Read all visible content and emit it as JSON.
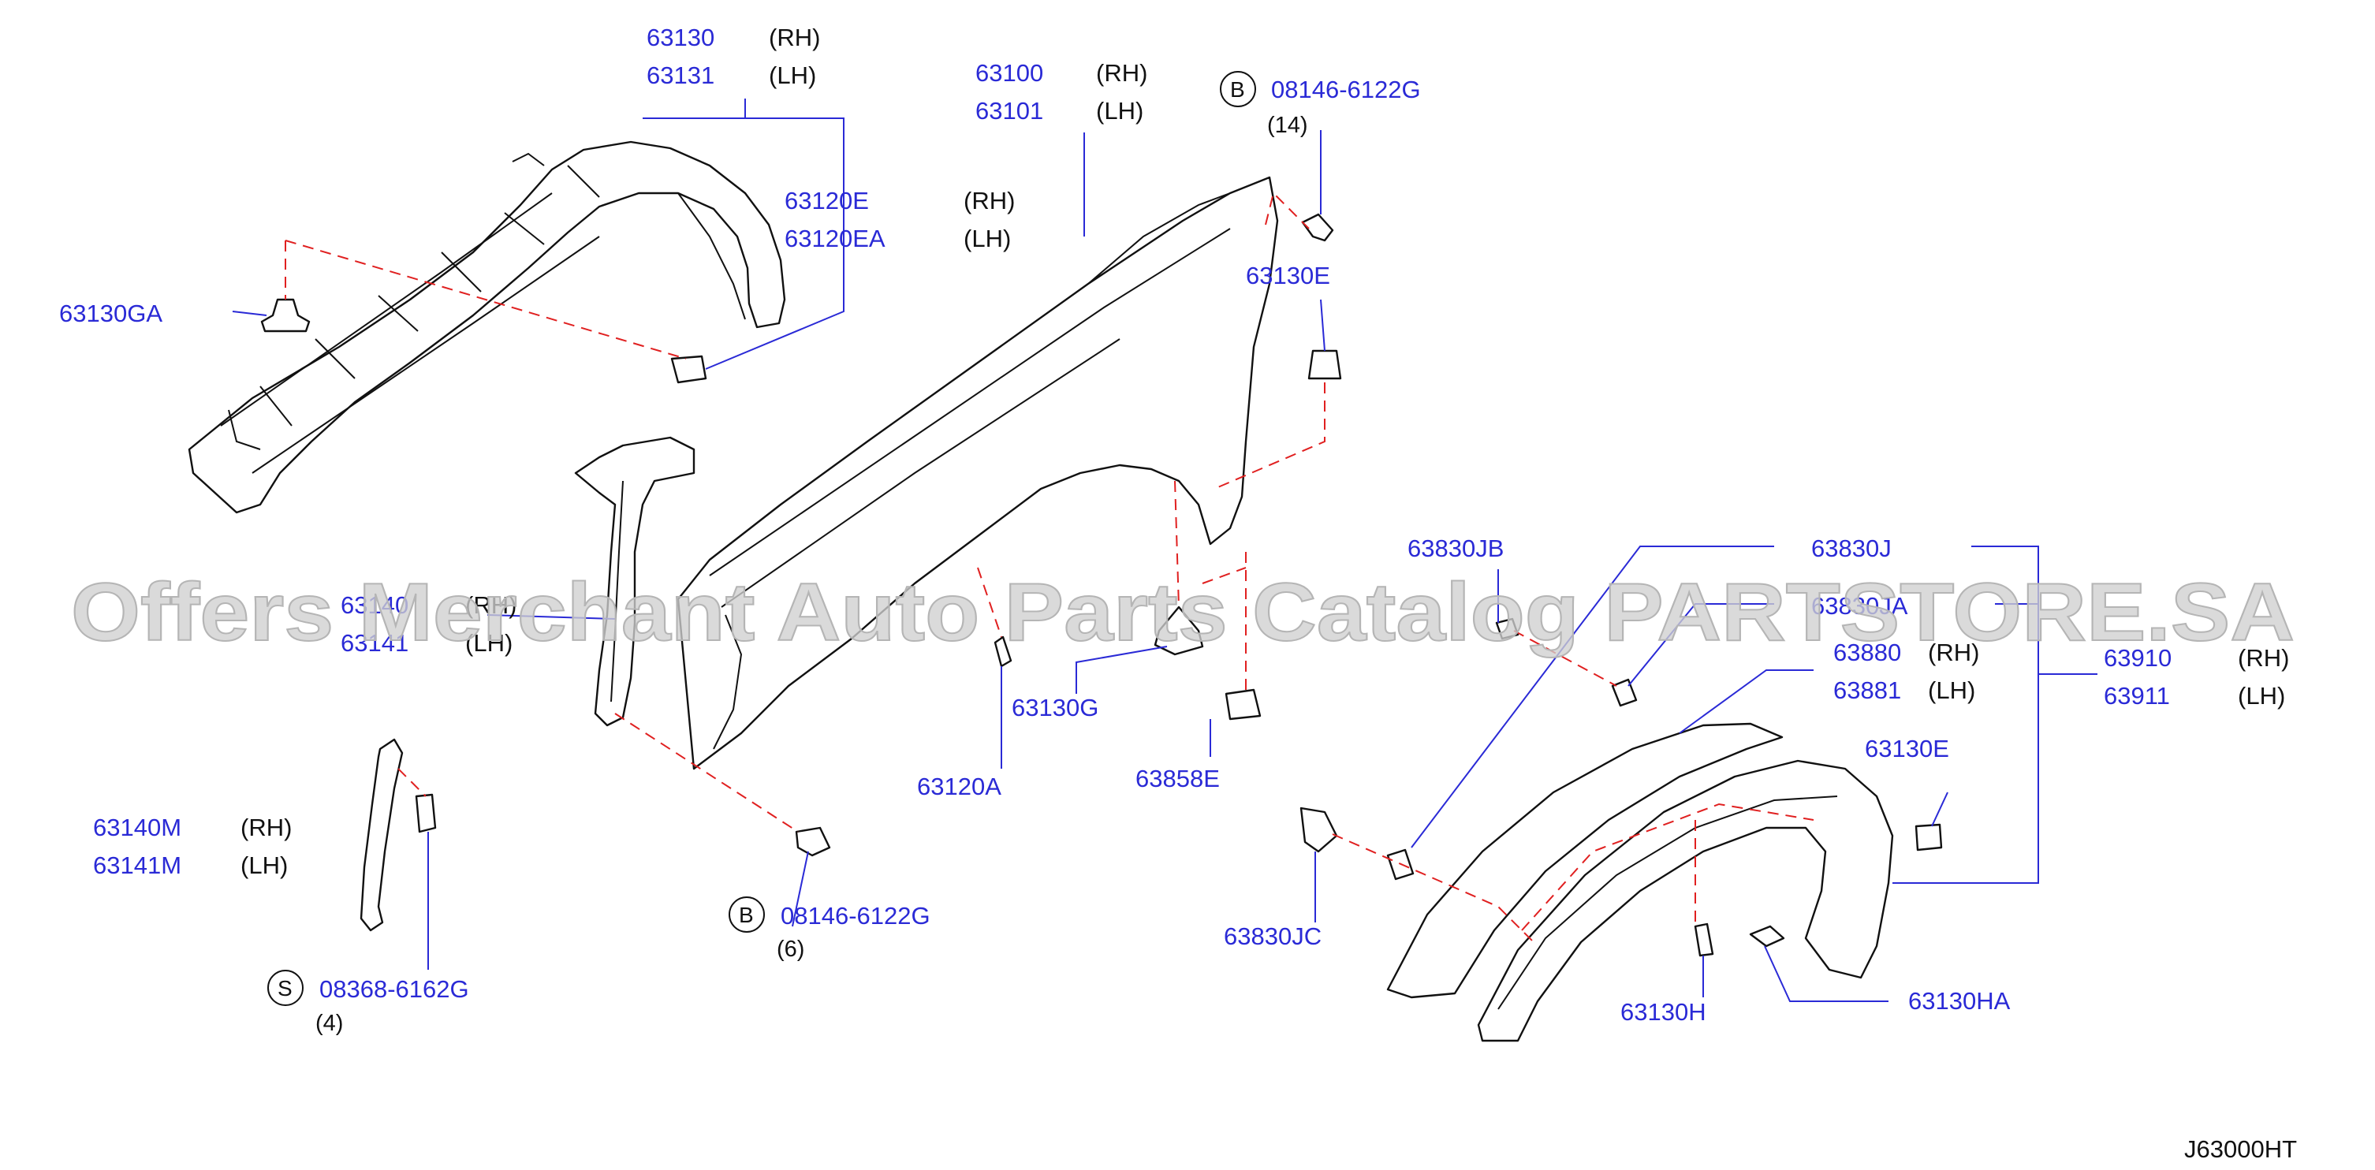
{
  "watermark": "Offers Merchant Auto Parts Catalog PARTSTORE.SA",
  "diagram_code": "J63000HT",
  "parts": {
    "p63130": "63130",
    "p63131": "63131",
    "p63120E": "63120E",
    "p63120EA": "63120EA",
    "p63130GA": "63130GA",
    "p63100": "63100",
    "p63101": "63101",
    "p08146_14": "08146-6122G",
    "p63130E_top": "63130E",
    "p63140": "63140",
    "p63141": "63141",
    "p63130G": "63130G",
    "p63120A": "63120A",
    "p63858E": "63858E",
    "p08146_6": "08146-6122G",
    "p63140M": "63140M",
    "p63141M": "63141M",
    "p08368": "08368-6162G",
    "p63830JB": "63830JB",
    "p63830J": "63830J",
    "p63830JA": "63830JA",
    "p63880": "63880",
    "p63881": "63881",
    "p63910": "63910",
    "p63911": "63911",
    "p63130E_right": "63130E",
    "p63830JC": "63830JC",
    "p63130H": "63130H",
    "p63130HA": "63130HA"
  },
  "sides": {
    "rh": "(RH)",
    "lh": "(LH)"
  },
  "quantities": {
    "q14": "(14)",
    "q6": "(6)",
    "q4": "(4)"
  },
  "badges": {
    "b": "B",
    "s": "S"
  }
}
